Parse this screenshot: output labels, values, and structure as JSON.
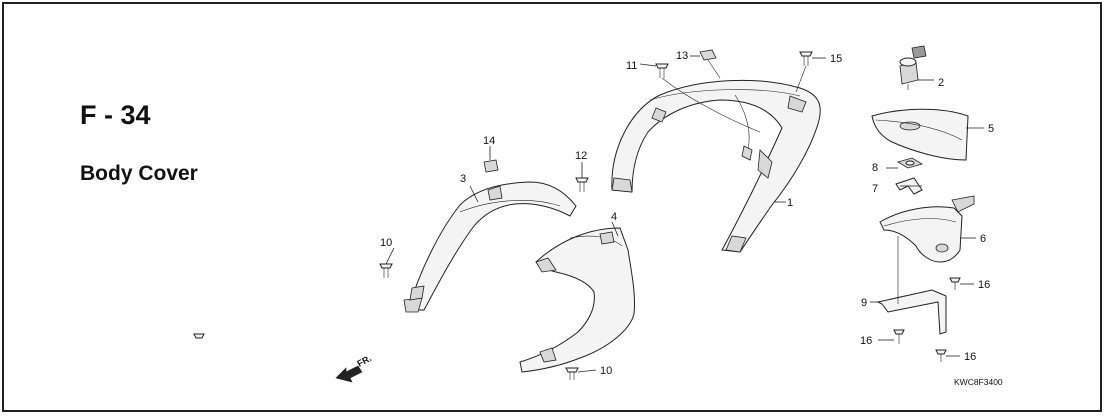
{
  "page": {
    "code": "F - 34",
    "title": "Body Cover",
    "figure_code": "KWC8F3400",
    "direction_label": "FR."
  },
  "callouts": [
    "1",
    "2",
    "3",
    "4",
    "5",
    "6",
    "7",
    "8",
    "9",
    "10",
    "10",
    "11",
    "12",
    "13",
    "14",
    "15",
    "16",
    "16",
    "16"
  ]
}
